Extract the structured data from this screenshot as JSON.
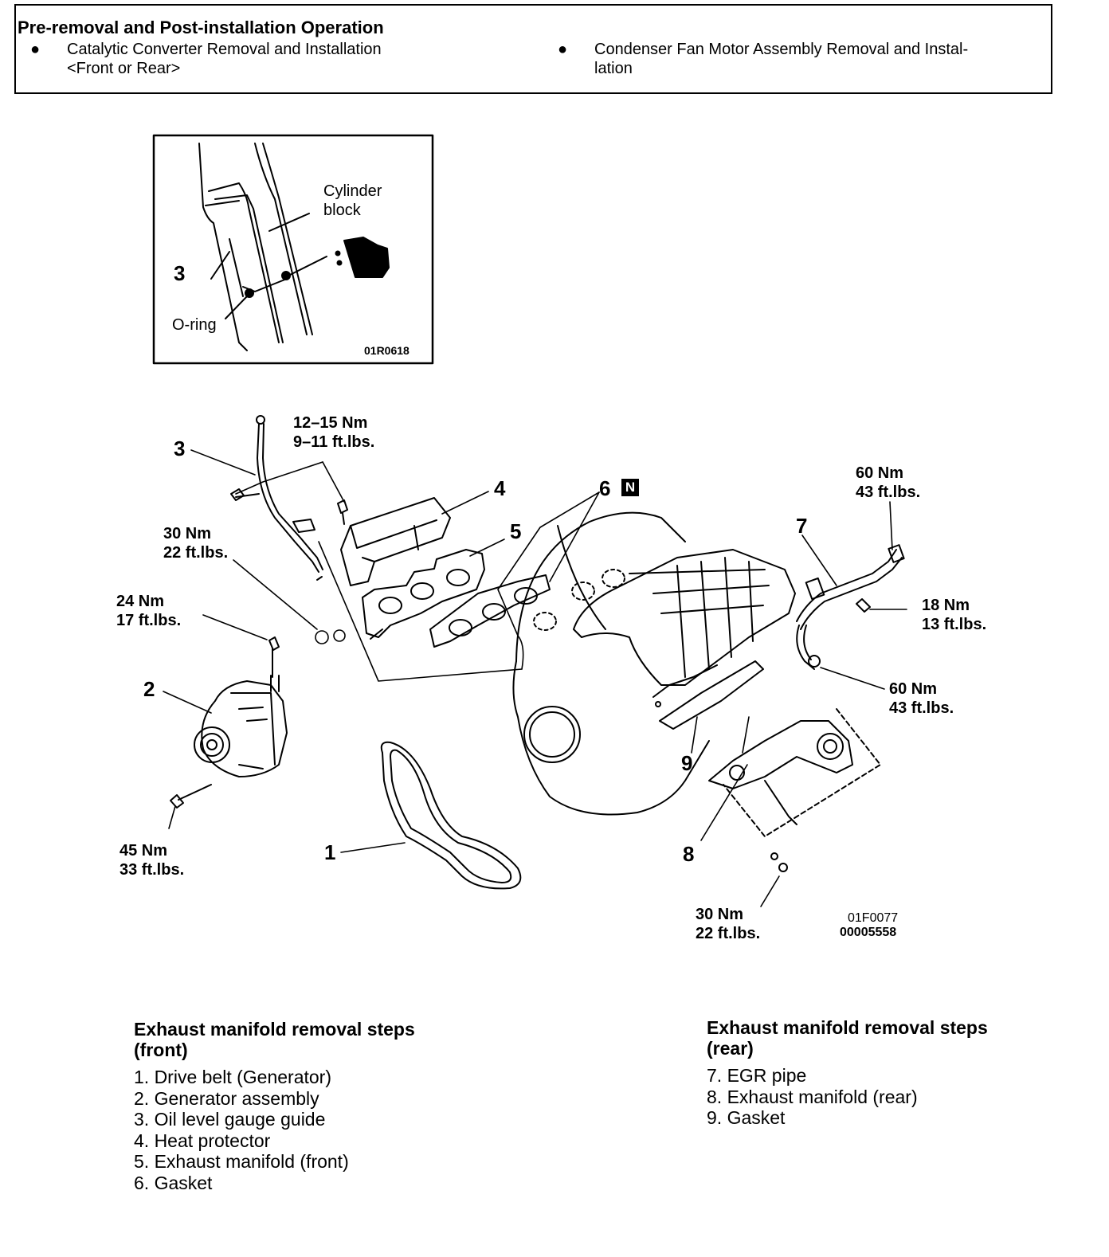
{
  "pre_op": {
    "title": "Pre-removal and Post-installation Operation",
    "items": [
      "Catalytic Converter Removal and Installation\n<Front or Rear>",
      "Condenser Fan Motor Assembly Removal and Instal-\nlation"
    ]
  },
  "inset": {
    "cylinder_block": "Cylinder\nblock",
    "part_num": "3",
    "o_ring": "O-ring",
    "code": "01R0618"
  },
  "callouts": {
    "n1": "1",
    "n2": "2",
    "n3": "3",
    "n4": "4",
    "n5": "5",
    "n6": "6",
    "n6_badge": "N",
    "n7": "7",
    "n8": "8",
    "n9": "9"
  },
  "torques": {
    "t_oil_gauge": [
      "12–15 Nm",
      "9–11 ft.lbs."
    ],
    "t_front_nut": [
      "30 Nm",
      "22 ft.lbs."
    ],
    "t_gen_upper": [
      "24 Nm",
      "17 ft.lbs."
    ],
    "t_gen_lower": [
      "45 Nm",
      "33 ft.lbs."
    ],
    "t_egr_upper": [
      "60 Nm",
      "43 ft.lbs."
    ],
    "t_egr_bolt": [
      "18 Nm",
      "13 ft.lbs."
    ],
    "t_egr_lower": [
      "60 Nm",
      "43 ft.lbs."
    ],
    "t_rear_nut": [
      "30 Nm",
      "22 ft.lbs."
    ]
  },
  "figure_codes": [
    "01F0077",
    "00005558"
  ],
  "steps_front": {
    "title": "Exhaust manifold removal steps\n(front)",
    "items": [
      "1. Drive belt (Generator)",
      "2. Generator assembly",
      "3. Oil level gauge guide",
      "4. Heat protector",
      "5. Exhaust manifold (front)",
      "6. Gasket"
    ]
  },
  "steps_rear": {
    "title": "Exhaust manifold removal steps\n(rear)",
    "items": [
      "7. EGR pipe",
      "8. Exhaust manifold (rear)",
      "9. Gasket"
    ]
  }
}
